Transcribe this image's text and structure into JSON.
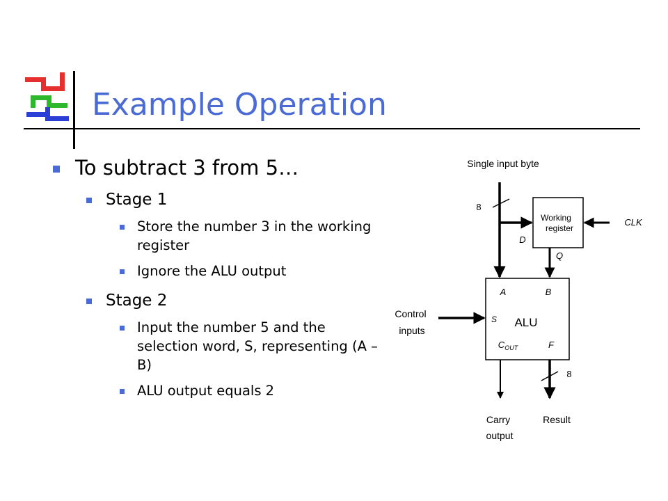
{
  "slide": {
    "title": "Example Operation"
  },
  "bullets": {
    "main": "To subtract 3 from 5…",
    "stage1": {
      "label": "Stage 1",
      "items": [
        "Store the number 3 in the working register",
        "Ignore the ALU output"
      ]
    },
    "stage2": {
      "label": "Stage 2",
      "items": [
        "Input the number 5 and the selection word, S, representing (A – B)",
        "ALU output equals 2"
      ]
    }
  },
  "diagram": {
    "input_label": "Single input byte",
    "bus_width_top": "8",
    "bus_width_bottom": "8",
    "register_label_line1": "Working",
    "register_label_line2": "register",
    "clk": "CLK",
    "d": "D",
    "q": "Q",
    "alu": "ALU",
    "port_a": "A",
    "port_b": "B",
    "port_s": "S",
    "port_cout_main": "C",
    "port_cout_sub": "OUT",
    "port_f": "F",
    "control_line1": "Control",
    "control_line2": "inputs",
    "carry_line1": "Carry",
    "carry_line2": "output",
    "result": "Result"
  },
  "colors": {
    "accent": "#4a6ad6",
    "logo_red": "#e53030",
    "logo_green": "#2db82d",
    "logo_blue": "#2a3fd6"
  }
}
